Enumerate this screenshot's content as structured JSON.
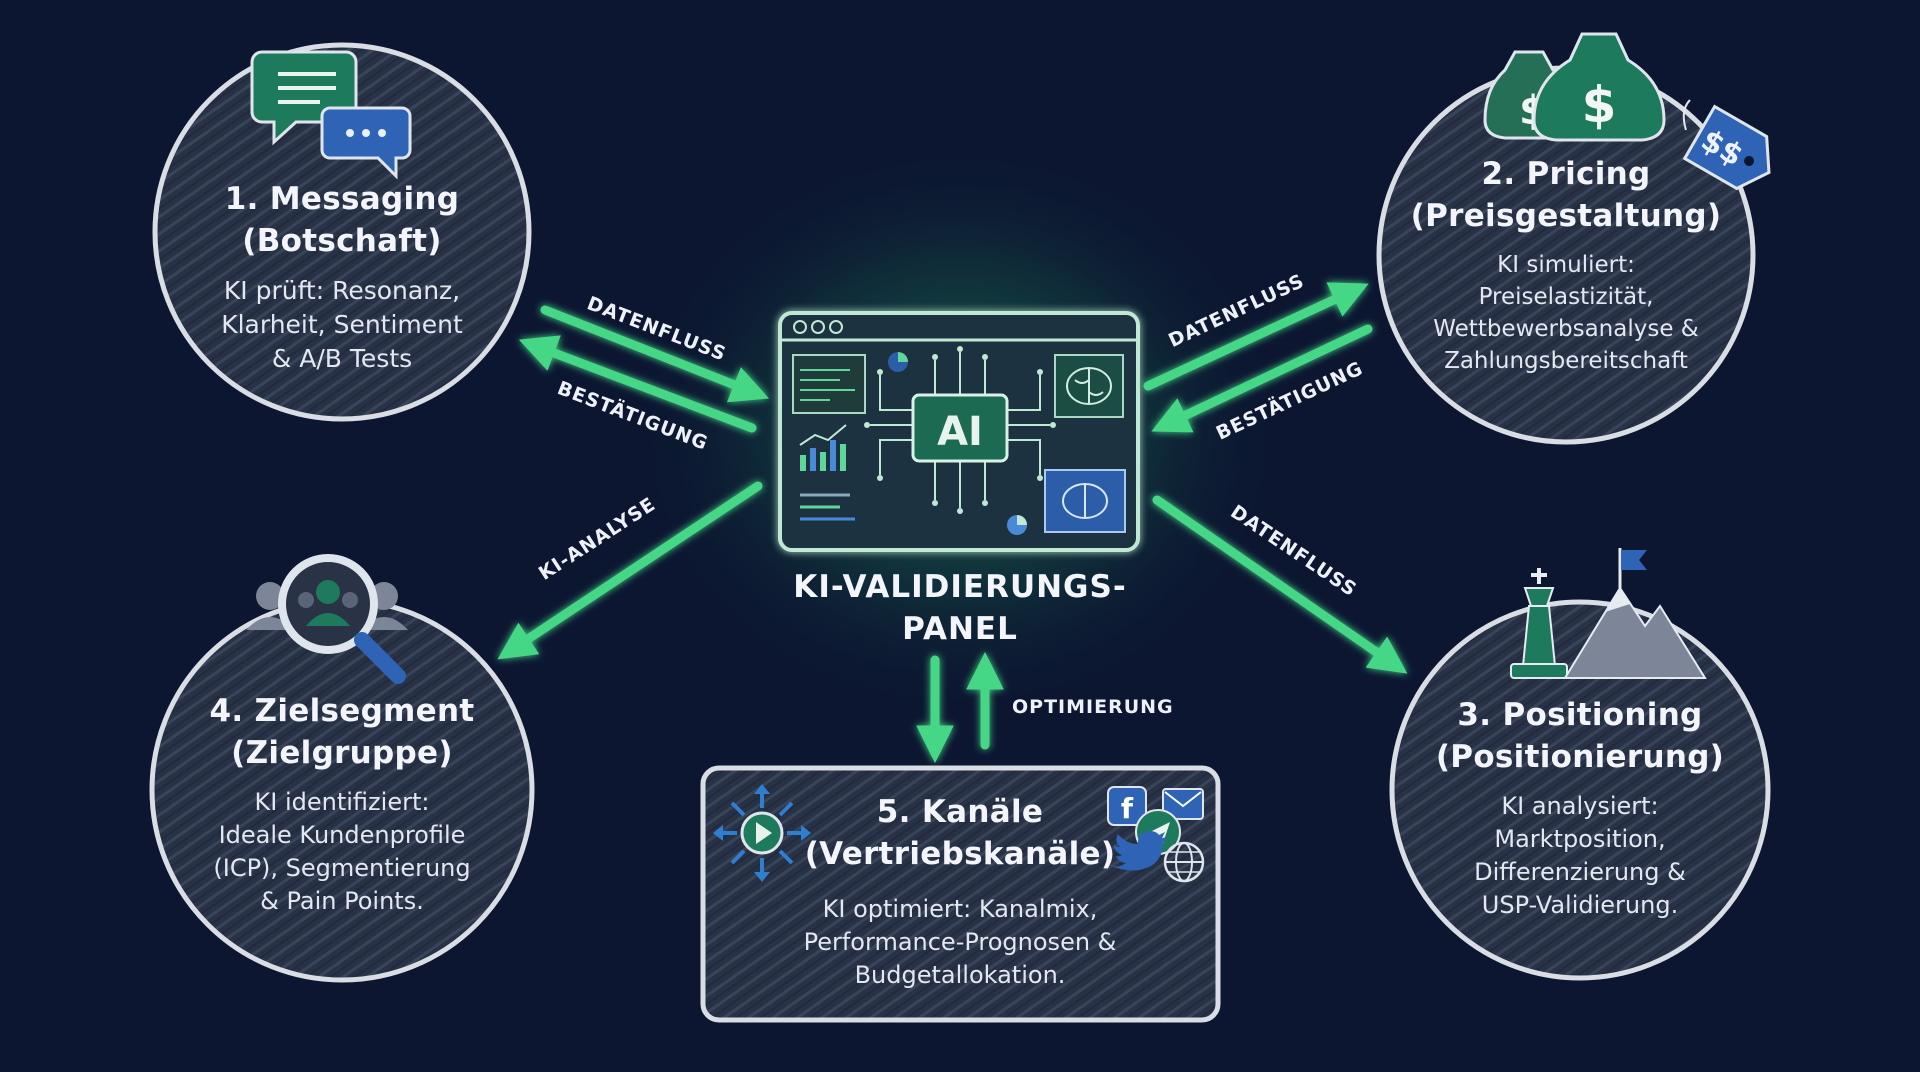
{
  "panel": {
    "title_line1": "KI-VALIDIERUNGS-",
    "title_line2": "PANEL",
    "chip_text": "AI"
  },
  "nodes": {
    "messaging": {
      "title_line1": "1. Messaging",
      "title_line2": "(Botschaft)",
      "desc": [
        "KI prüft: Resonanz,",
        "Klarheit, Sentiment",
        "& A/B Tests"
      ]
    },
    "pricing": {
      "title_line1": "2. Pricing",
      "title_line2": "(Preisgestaltung)",
      "desc": [
        "KI simuliert:",
        "Preiselastizität,",
        "Wettbewerbsanalyse &",
        "Zahlungsbereitschaft"
      ]
    },
    "positioning": {
      "title_line1": "3. Positioning",
      "title_line2": "(Positionierung)",
      "desc": [
        "KI analysiert:",
        "Marktposition,",
        "Differenzierung &",
        "USP-Validierung."
      ]
    },
    "zielsegment": {
      "title_line1": "4. Zielsegment",
      "title_line2": "(Zielgruppe)",
      "desc": [
        "KI identifiziert:",
        "Ideale Kundenprofile",
        "(ICP), Segmentierung",
        "& Pain Points."
      ]
    },
    "kanaele": {
      "title_line1": "5. Kanäle",
      "title_line2": "(Vertriebskanäle)",
      "desc": [
        "KI optimiert: Kanalmix,",
        "Performance-Prognosen &",
        "Budgetallokation."
      ]
    }
  },
  "flows": {
    "messaging_in": "DATENFLUSS",
    "messaging_out": "BESTÄTIGUNG",
    "pricing_out": "DATENFLUSS",
    "pricing_in": "BESTÄTIGUNG",
    "positioning_out": "DATENFLUSS",
    "zielsegment_out": "KI-ANALYSE",
    "kanaele_in": "OPTIMIERUNG"
  },
  "colors": {
    "background": "#0c1631",
    "arrow_green": "#3fcf7e",
    "node_fill": "#2a3346",
    "node_stroke": "#d9dde4",
    "icon_teal": "#1e7a5c",
    "icon_blue": "#2f63b5"
  },
  "icons": [
    "chat-bubbles-icon",
    "money-bags-icon",
    "price-tag-icon",
    "magnifier-people-icon",
    "chess-king-icon",
    "mountain-flag-icon",
    "share-arrows-icon",
    "facebook-icon",
    "email-icon",
    "send-icon",
    "twitter-icon",
    "globe-icon",
    "brain-icon",
    "bar-chart-icon",
    "pie-chart-icon"
  ]
}
